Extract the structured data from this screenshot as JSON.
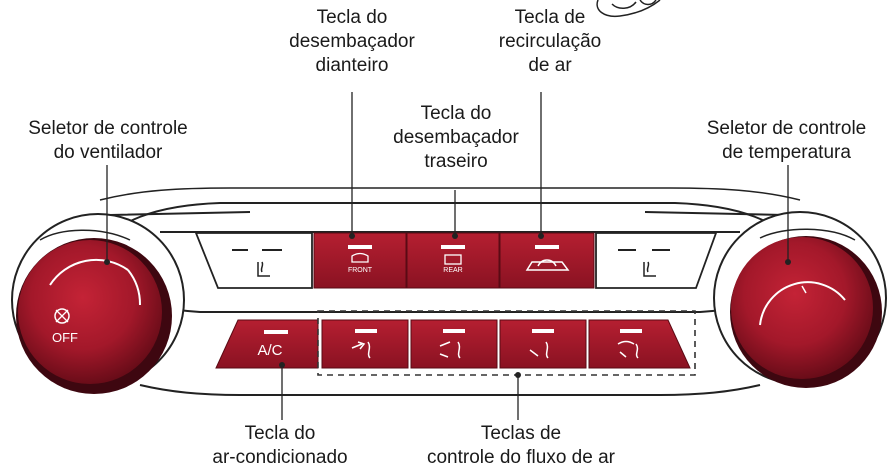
{
  "labels": {
    "front_defroster": [
      "Tecla do",
      "desembaçador",
      "dianteiro"
    ],
    "recirculation": [
      "Tecla de",
      "recirculação",
      "de ar"
    ],
    "rear_defroster": [
      "Tecla do",
      "desembaçador",
      "traseiro"
    ],
    "fan_selector": [
      "Seletor de controle",
      "do ventilador"
    ],
    "temp_selector": [
      "Seletor de controle",
      "de temperatura"
    ],
    "ac_key": [
      "Tecla do",
      "ar-condicionado"
    ],
    "airflow_keys": [
      "Teclas de",
      "controle do fluxo de ar"
    ]
  },
  "panel": {
    "fan_knob_text": "OFF",
    "ac_button_text": "A/C",
    "front_button_text": "FRONT",
    "rear_button_text": "REAR"
  },
  "colors": {
    "button_red": "#a3182a",
    "button_red_dark": "#7c0f1d",
    "panel_outline": "#222222",
    "label_text": "#1a1a1a"
  }
}
